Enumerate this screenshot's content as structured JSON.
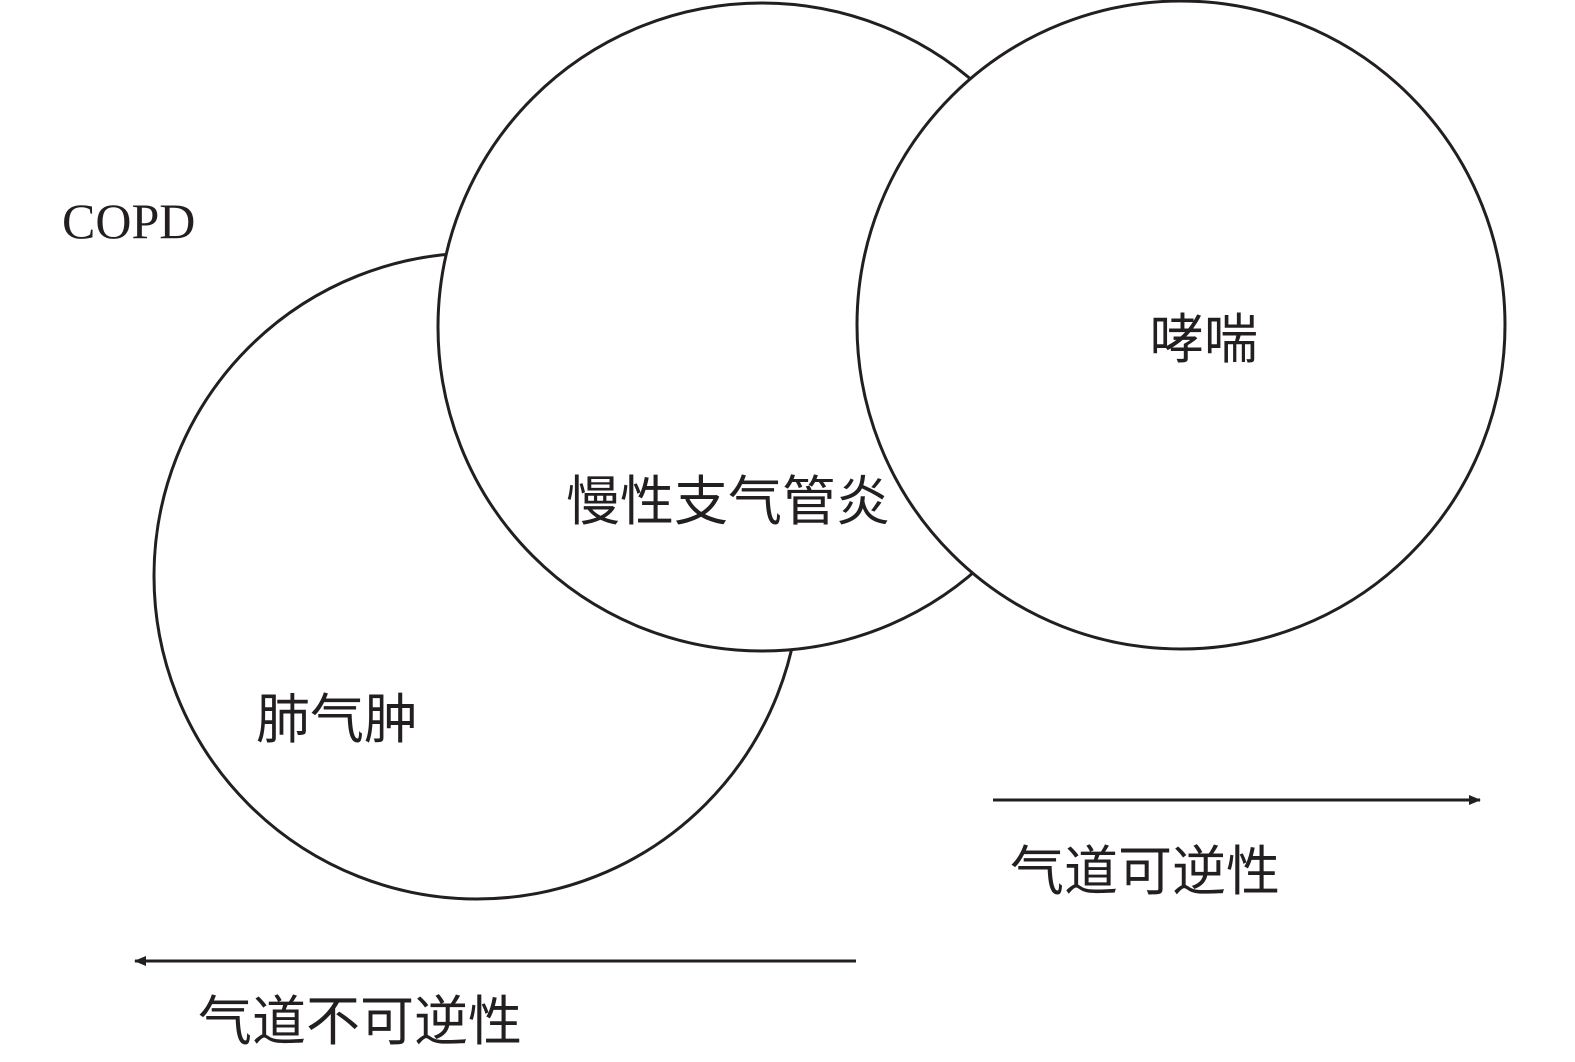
{
  "diagram": {
    "group_label": "COPD",
    "circles": {
      "emphysema": "肺气肿",
      "chronic_bronchitis": "慢性支气管炎",
      "asthma": "哮喘"
    },
    "arrows": {
      "reversible": "气道可逆性",
      "irreversible": "气道不可逆性"
    },
    "colors": {
      "line": "#231f20",
      "background": "#ffffff"
    }
  }
}
